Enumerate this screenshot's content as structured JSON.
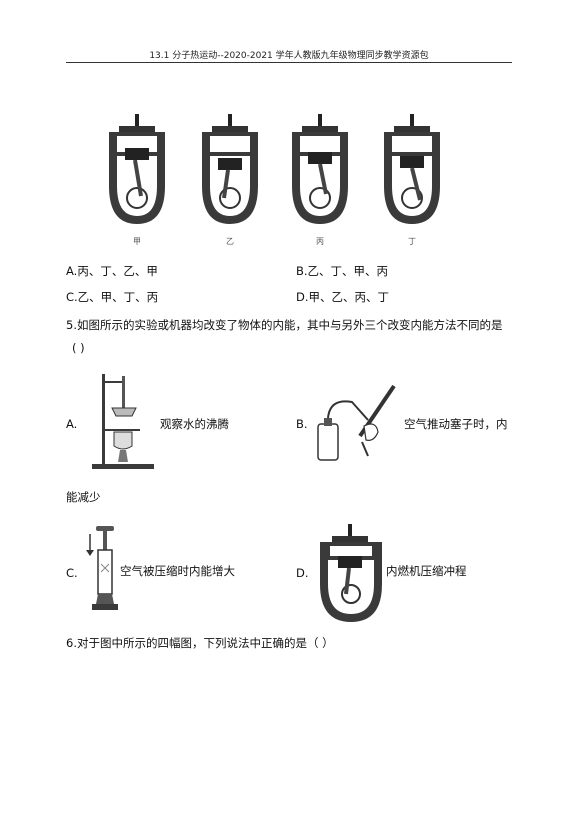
{
  "header": {
    "title": "13.1 分子热运动--2020-2021 学年人教版九年级物理同步教学资源包"
  },
  "q4": {
    "figures": [
      {
        "caption": "甲"
      },
      {
        "caption": "乙"
      },
      {
        "caption": "丙"
      },
      {
        "caption": "丁"
      }
    ],
    "options": {
      "a": "A.丙、丁、乙、甲",
      "b": "B.乙、丁、甲、丙",
      "c": "C.乙、甲、丁、丙",
      "d": "D.甲、乙、丙、丁"
    }
  },
  "q5": {
    "stem": "5.如图所示的实验或机器均改变了物体的内能，其中与另外三个改变内能方法不同的是",
    "paren": "(     )",
    "options": {
      "a": {
        "letter": "A.",
        "text": "观察水的沸腾"
      },
      "b": {
        "letter": "B.",
        "text": "空气推动塞子时，内",
        "continuation": "能减少"
      },
      "c": {
        "letter": "C.",
        "text": "空气被压缩时内能增大"
      },
      "d": {
        "letter": "D.",
        "text": "内燃机压缩冲程"
      }
    }
  },
  "q6": {
    "stem": "6.对于图中所示的四幅图，下列说法中正确的是（     ）"
  },
  "colors": {
    "ink": "#111111",
    "gray": "#3a3a3a",
    "rule": "#333333"
  }
}
